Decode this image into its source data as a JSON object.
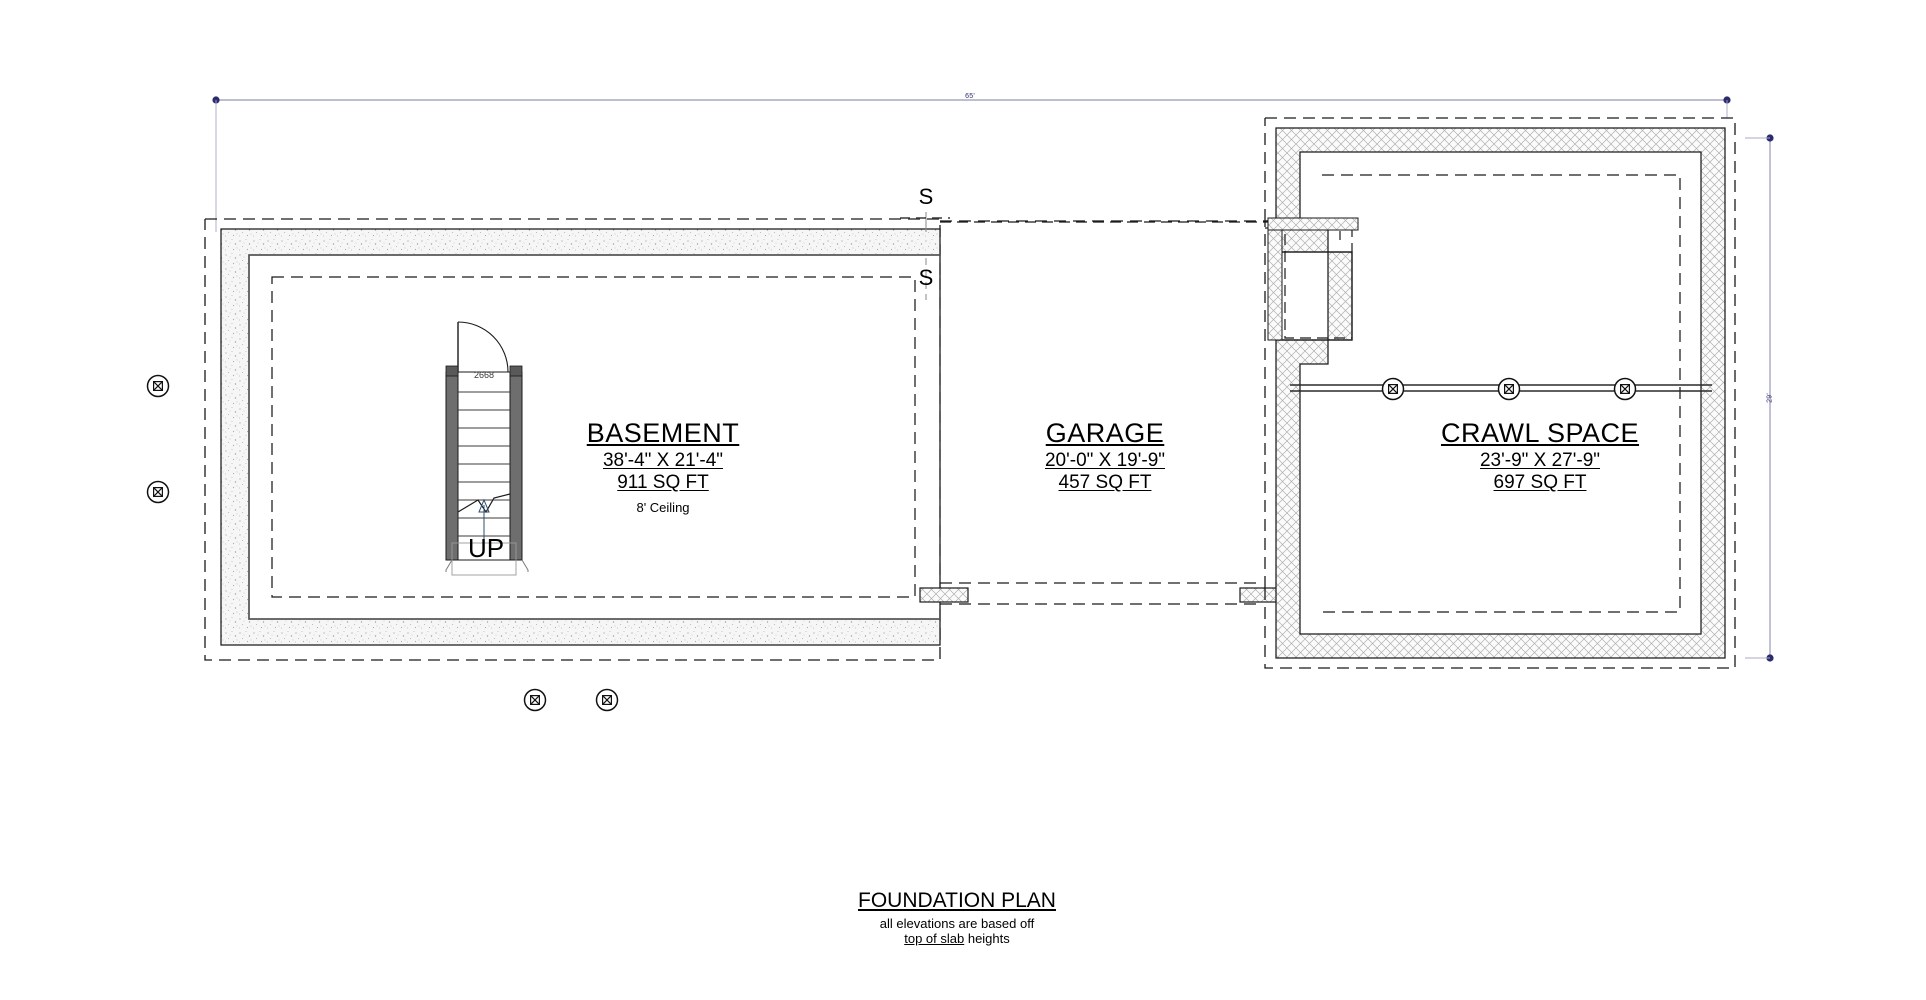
{
  "sheet": {
    "title": "FOUNDATION PLAN",
    "note_line1": "all elevations are based off",
    "note_line2_underlined": "top of slab",
    "note_line2_rest": " heights"
  },
  "rooms": [
    {
      "key": "basement",
      "name": "BASEMENT",
      "dimensions": "38'-4\" X 21'-4\"",
      "area": "911 SQ FT",
      "note": "8' Ceiling"
    },
    {
      "key": "garage",
      "name": "GARAGE",
      "dimensions": "20'-0\" X 19'-9\"",
      "area": "457 SQ FT",
      "note": ""
    },
    {
      "key": "crawl_space",
      "name": "CRAWL SPACE",
      "dimensions": "23'-9\" X 27'-9\"",
      "area": "697 SQ FT",
      "note": ""
    }
  ],
  "annotations": {
    "section_tag_upper": "S",
    "section_tag_lower": "S",
    "stair_direction": "UP",
    "door_tag": "2668"
  },
  "dimensions": {
    "overall_width_label": "65'",
    "overall_depth_label": "29'"
  },
  "colors": {
    "ink": "#000000",
    "wall_fill_basement": "#f2f2f2",
    "wall_fill_crawl": "#fafafa",
    "hatch_line": "#9a9a9a",
    "dim_line": "#a9a9c4",
    "dim_dot": "#2b2b6e",
    "dim_text": "#2b2b6e",
    "stair_tread": "#4d4d4d",
    "background": "#ffffff"
  },
  "symbols": {
    "pier_marker_name": "pier-column-marker",
    "pier_count_left": 2,
    "pier_count_bottom": 2,
    "pier_count_beam": 3
  }
}
